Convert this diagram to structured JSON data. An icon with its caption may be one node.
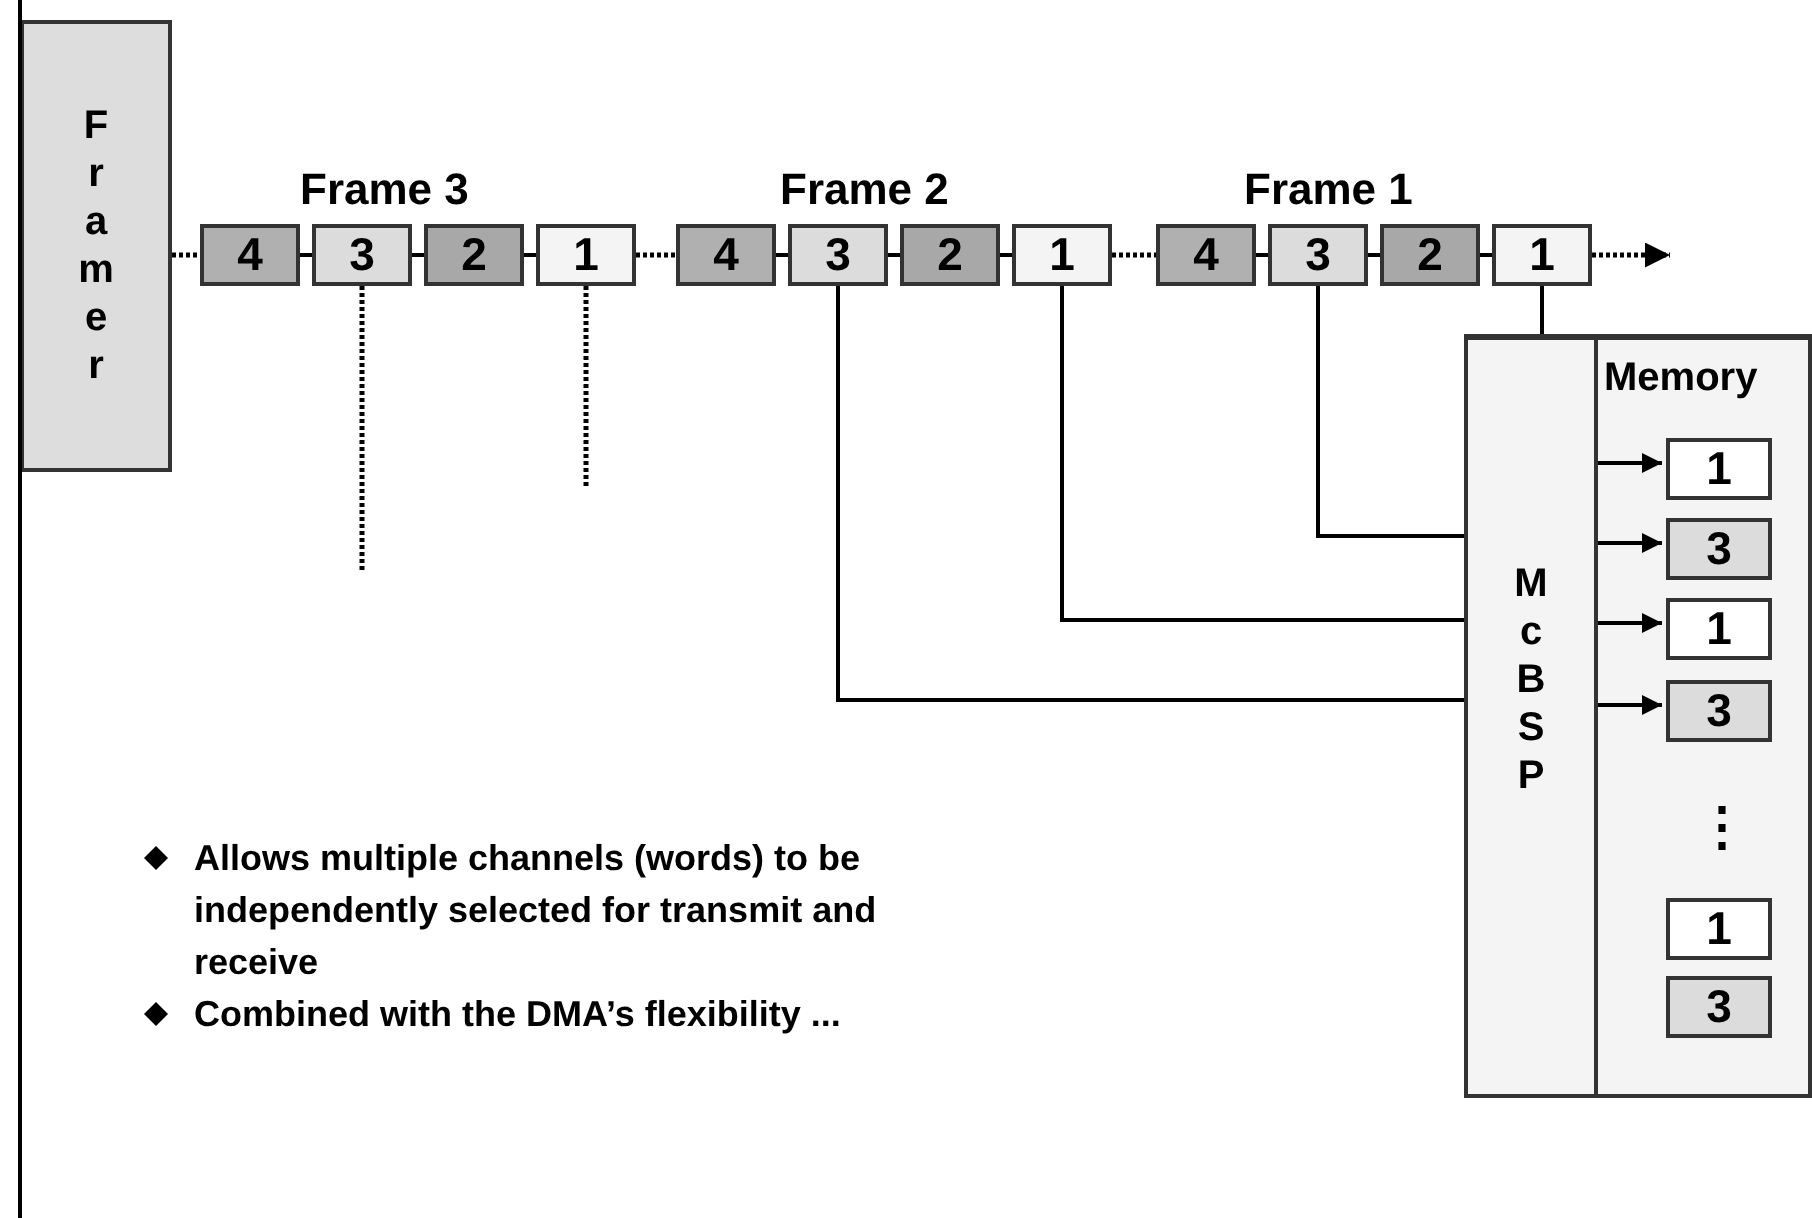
{
  "diagram": {
    "nodes": [
      {
        "text": [
          "Framer"
        ]
      },
      {
        "text": [
          "4"
        ]
      },
      {
        "text": [
          "3"
        ]
      },
      {
        "text": [
          "2"
        ]
      },
      {
        "text": [
          "1"
        ]
      },
      {
        "text": [
          "4"
        ]
      },
      {
        "text": [
          "3"
        ]
      },
      {
        "text": [
          "2"
        ]
      },
      {
        "text": [
          "1"
        ]
      },
      {
        "text": [
          "4"
        ]
      },
      {
        "text": [
          "3"
        ]
      },
      {
        "text": [
          "2"
        ]
      },
      {
        "text": [
          "1"
        ]
      },
      {
        "text": [
          "McBSP"
        ]
      },
      {
        "text": [
          "Memory"
        ]
      },
      {
        "text": [
          "1"
        ],
        "in": 14
      },
      {
        "text": [
          "3"
        ],
        "in": 14
      },
      {
        "text": [
          "1"
        ],
        "in": 14
      },
      {
        "text": [
          "3"
        ],
        "in": 14
      },
      {
        "text": [
          "1"
        ],
        "in": 14
      },
      {
        "text": [
          "3"
        ],
        "in": 14
      }
    ],
    "edges": [
      {
        "from": 0,
        "to": 1,
        "arrow": "none",
        "style": "dashed"
      },
      {
        "from": 1,
        "to": 2,
        "arrow": "none"
      },
      {
        "from": 2,
        "to": 3,
        "arrow": "none"
      },
      {
        "from": 3,
        "to": 4,
        "arrow": "none"
      },
      {
        "from": 4,
        "to": 5,
        "arrow": "none",
        "style": "dashed"
      },
      {
        "from": 5,
        "to": 6,
        "arrow": "none"
      },
      {
        "from": 6,
        "to": 7,
        "arrow": "none"
      },
      {
        "from": 7,
        "to": 8,
        "arrow": "none"
      },
      {
        "from": 8,
        "to": 9,
        "arrow": "none",
        "style": "dashed"
      },
      {
        "from": 9,
        "to": 10,
        "arrow": "none"
      },
      {
        "from": 10,
        "to": 11,
        "arrow": "none"
      },
      {
        "from": 11,
        "to": 12,
        "arrow": "none"
      },
      {
        "from": 12,
        "to": null,
        "arrow": "to",
        "style": "dashed"
      },
      {
        "from": 12,
        "to": 13,
        "arrow": "none"
      },
      {
        "from": 10,
        "to": 13,
        "arrow": "none"
      },
      {
        "from": 8,
        "to": 13,
        "arrow": "none"
      },
      {
        "from": 6,
        "to": 13,
        "arrow": "none"
      },
      {
        "from": 2,
        "to": null,
        "arrow": "none",
        "style": "dashed"
      },
      {
        "from": 4,
        "to": null,
        "arrow": "none",
        "style": "dashed"
      },
      {
        "from": 13,
        "to": 15,
        "arrow": "to"
      },
      {
        "from": 13,
        "to": 16,
        "arrow": "to"
      },
      {
        "from": 13,
        "to": 17,
        "arrow": "to"
      },
      {
        "from": 13,
        "to": 18,
        "arrow": "to"
      }
    ],
    "labels": [
      "Frame 3",
      "Frame 2",
      "Frame 1",
      "⋮",
      "Allows multiple channels (words) to be independently selected for transmit and receive",
      "Combined with the DMA’s flexibility ..."
    ]
  }
}
